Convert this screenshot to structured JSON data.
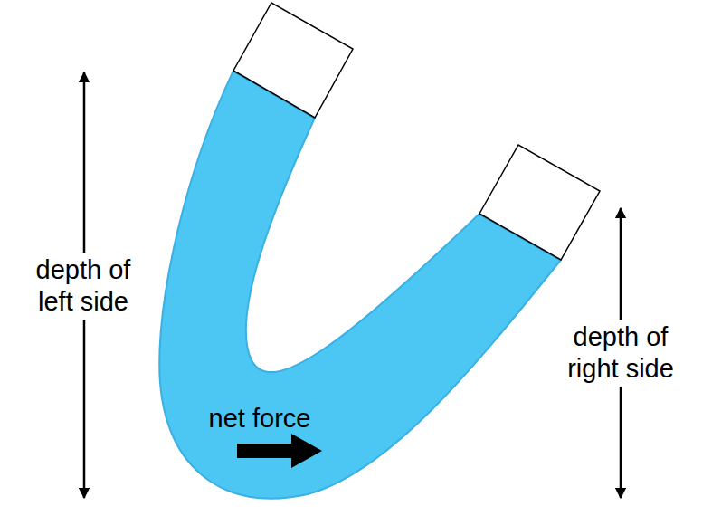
{
  "diagram": {
    "labels": [
      "depth of left side",
      "net force",
      "depth of right side"
    ]
  }
}
